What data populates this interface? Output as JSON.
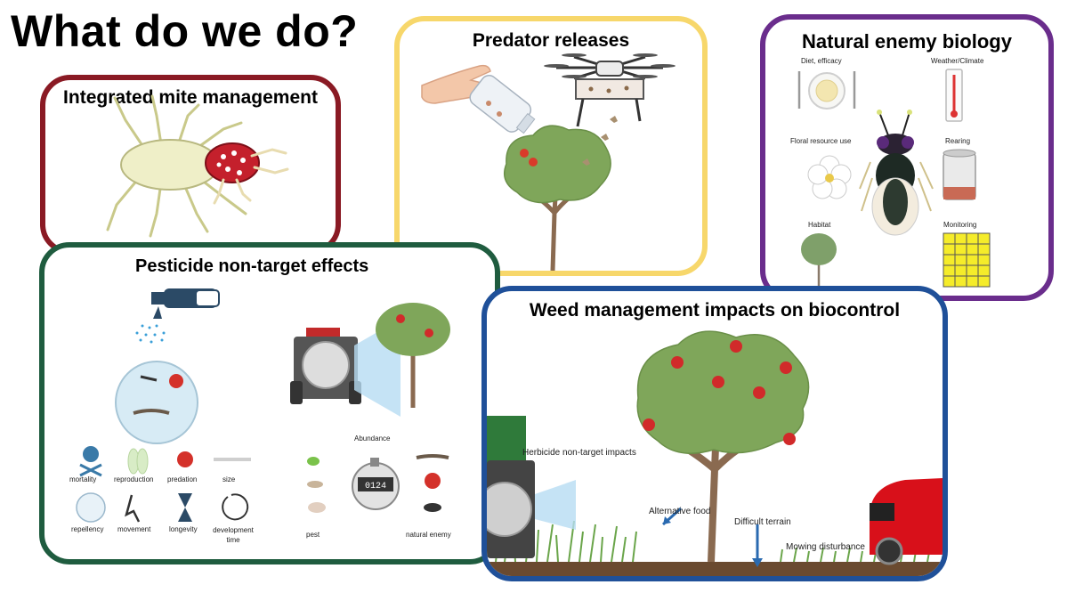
{
  "title": "What do we do?",
  "panels": {
    "mite": {
      "title": "Integrated mite management",
      "border_color": "#8a1a24"
    },
    "predator": {
      "title": "Predator releases",
      "border_color": "#f7d76b"
    },
    "biology": {
      "title": "Natural enemy biology",
      "border_color": "#6a2d8c",
      "labels": {
        "diet": "Diet, efficacy",
        "weather": "Weather/Climate",
        "floral": "Floral resource use",
        "rearing": "Rearing",
        "habitat": "Habitat",
        "monitoring": "Monitoring"
      }
    },
    "pesticide": {
      "title": "Pesticide non-target effects",
      "border_color": "#1f5c3f",
      "effects": {
        "mortality": "mortality",
        "reproduction": "reproduction",
        "predation": "predation",
        "size": "size",
        "repellency": "repellency",
        "movement": "movement",
        "longevity": "longevity",
        "development": "development time"
      },
      "abundance": "Abundance",
      "counter": "0124",
      "pest": "pest",
      "natural_enemy": "natural enemy"
    },
    "weed": {
      "title": "Weed management impacts on biocontrol",
      "border_color": "#1f5099",
      "herbicide": "Herbicide non-target impacts",
      "alt_food": "Alternative food",
      "terrain": "Difficult terrain",
      "mowing": "Mowing disturbance"
    }
  }
}
